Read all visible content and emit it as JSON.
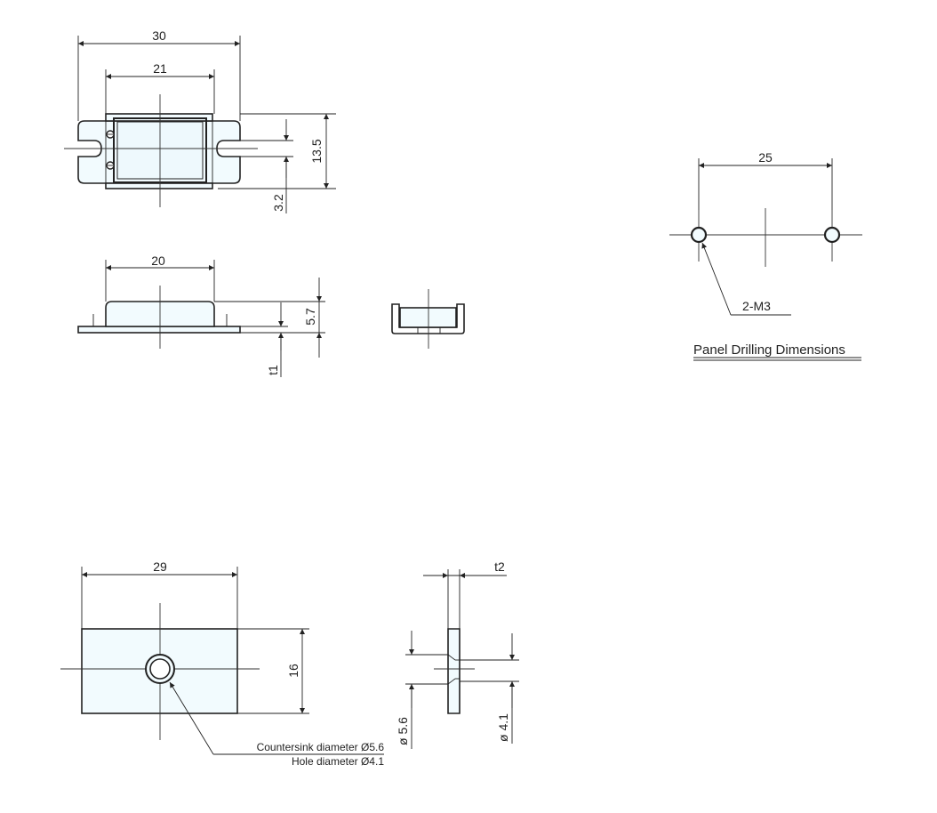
{
  "dimensions": {
    "top_width": "30",
    "top_inner_width": "21",
    "top_height": "13.5",
    "top_slot": "3.2",
    "side_width": "20",
    "side_height": "5.7",
    "side_thickness": "t1",
    "drill_spacing": "25",
    "drill_holes": "2-M3",
    "plate_width": "29",
    "plate_height": "16",
    "plate_thickness": "t2",
    "plate_cs_dia": "ø 5.6",
    "plate_hole_dia": "ø 4.1"
  },
  "notes": {
    "countersink": "Countersink diameter Ø5.6",
    "hole": "Hole diameter Ø4.1"
  },
  "captions": {
    "panel_drilling": "Panel Drilling Dimensions"
  }
}
